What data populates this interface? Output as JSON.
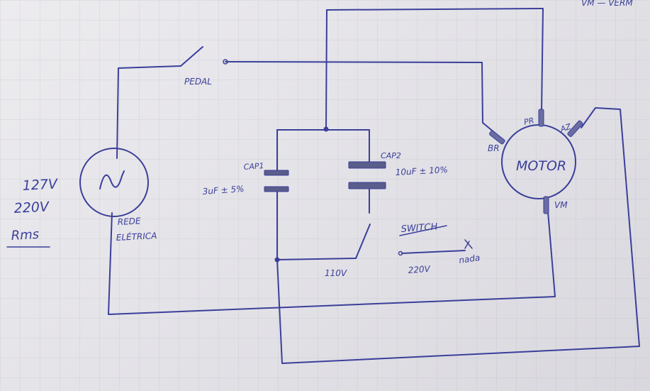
{
  "source": {
    "voltage_1": "127V",
    "voltage_2": "220V",
    "unit": "Rms",
    "label_line1": "REDE",
    "label_line2": "ELÉTRICA"
  },
  "pedal": {
    "label": "PEDAL"
  },
  "capacitors": {
    "cap1_label": "CAP1",
    "cap1_value": "3uF ± 5%",
    "cap2_label": "CAP2",
    "cap2_value": "10uF ± 10%"
  },
  "switch": {
    "label": "SWITCH",
    "pos_110": "110V",
    "pos_220": "220V",
    "nada": "nada"
  },
  "motor": {
    "label": "MOTOR",
    "wire_pr": "PR",
    "wire_br": "BR",
    "wire_az": "AZ",
    "wire_vm": "VM"
  },
  "corner_note": "VM — VERM"
}
